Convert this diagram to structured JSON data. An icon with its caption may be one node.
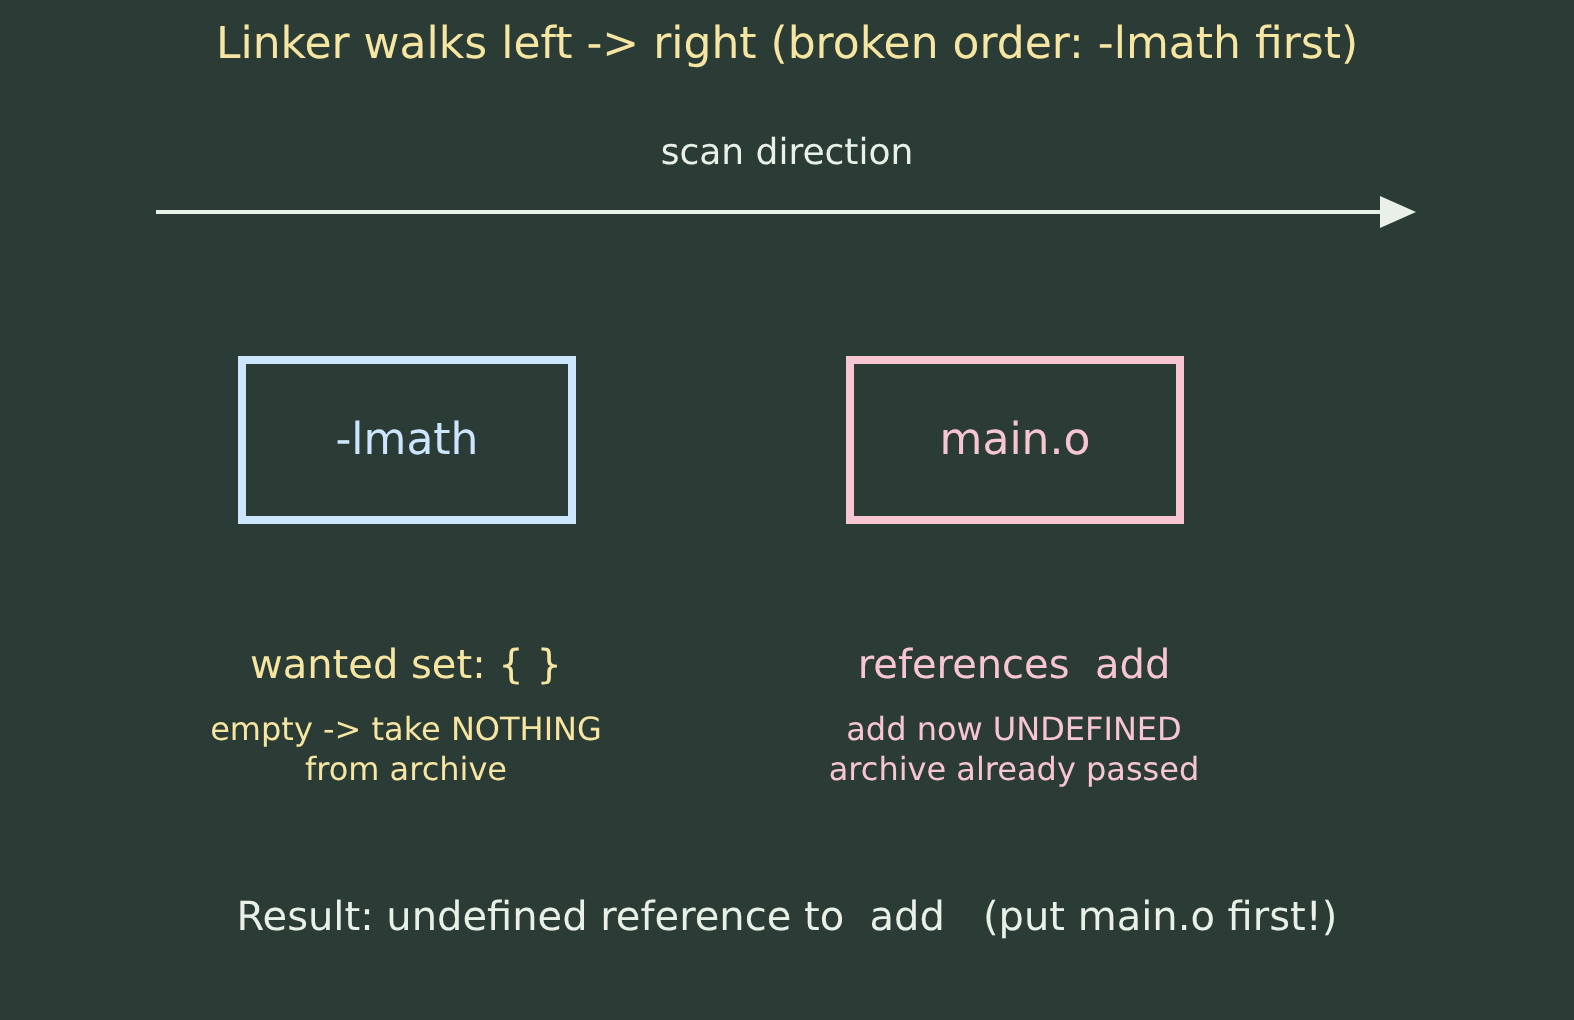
{
  "diagram": {
    "title": "Linker walks left -> right (broken order: -lmath first)",
    "nodes": [
      {
        "text": [
          "-lmath"
        ],
        "beside": [
          "wanted set: { }",
          "empty -> take NOTHING from archive"
        ]
      },
      {
        "text": [
          "main.o"
        ],
        "beside": [
          "references  add",
          "add now UNDEFINED archive already passed"
        ]
      }
    ],
    "edges": [],
    "labels": [
      "scan direction",
      "Result: undefined reference to  add   (put main.o first!)"
    ]
  }
}
